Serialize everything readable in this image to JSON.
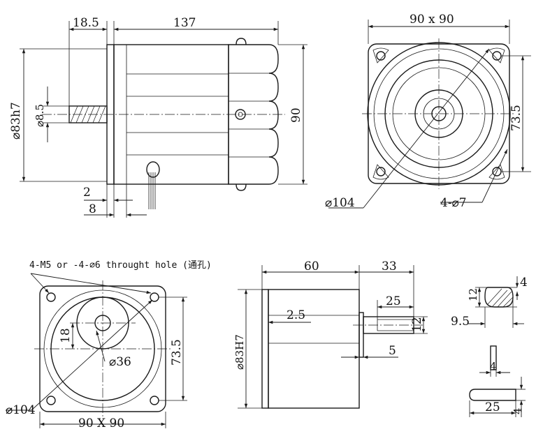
{
  "side_view": {
    "dim_flange_to_body": "18.5",
    "dim_body_length": "137",
    "dim_pilot_dia": "⌀83h7",
    "dim_shaft_dia": "⌀8.5",
    "dim_height": "90",
    "dim_gap": "2",
    "dim_shaft_offset": "8"
  },
  "front_view": {
    "dim_square": "90 x 90",
    "dim_hole_spacing": "73.5",
    "dim_pcd": "⌀104",
    "dim_holes": "4-⌀7"
  },
  "gearbox_front": {
    "note": "4-M5 or -4-⌀6 throught hole (通孔)",
    "dim_offset": "18",
    "dim_hole_spacing": "73.5",
    "dim_boss": "⌀36",
    "dim_pcd": "⌀104",
    "dim_square": "90 X 90"
  },
  "gearbox_side": {
    "dim_body": "60",
    "dim_shaft_length": "33",
    "dim_key_length": "25",
    "dim_flange": "2.5",
    "dim_pilot": "⌀83H7",
    "dim_shaft_dia": "12",
    "dim_key_offset": "5"
  },
  "shaft_detail": {
    "dim_key_height": "4",
    "dim_dia": "12",
    "dim_flat": "9.5",
    "dim_key_width": "4",
    "dim_key_length": "25",
    "dim_key_h": "4"
  }
}
